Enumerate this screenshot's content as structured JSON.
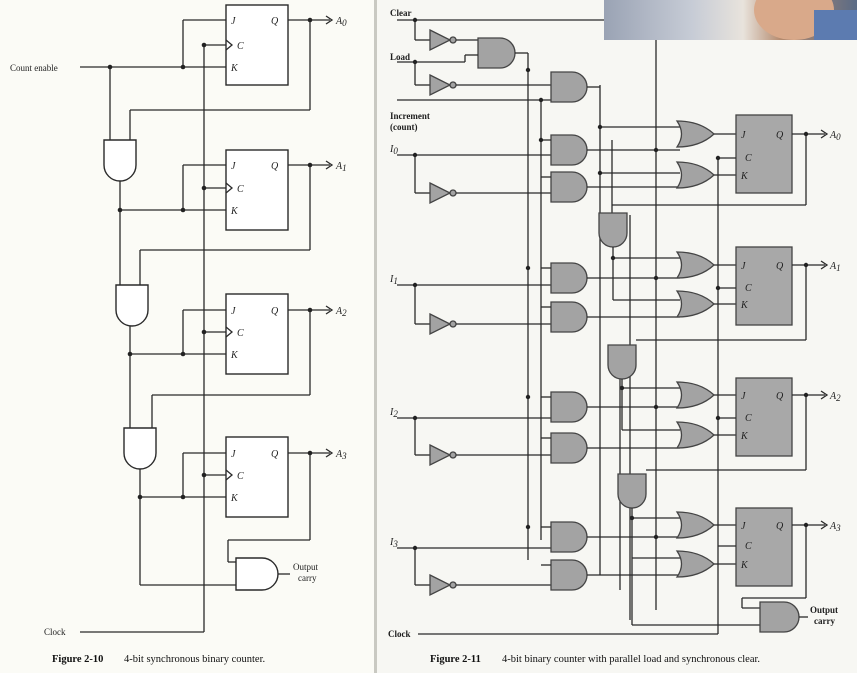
{
  "left": {
    "inputs": {
      "count_enable": "Count enable",
      "clock": "Clock"
    },
    "ff_pins": {
      "j": "J",
      "k": "K",
      "c": "C",
      "q": "Q"
    },
    "outputs": [
      "A",
      "A",
      "A",
      "A"
    ],
    "output_subs": [
      "0",
      "1",
      "2",
      "3"
    ],
    "output_carry": [
      "Output",
      "carry"
    ],
    "caption_number": "Figure 2-10",
    "caption_text": "4-bit synchronous binary counter."
  },
  "right": {
    "inputs": {
      "clear": "Clear",
      "load": "Load",
      "increment": [
        "Increment",
        "(count)"
      ],
      "clock": "Clock"
    },
    "data_inputs": [
      "I",
      "I",
      "I",
      "I"
    ],
    "data_subs": [
      "0",
      "1",
      "2",
      "3"
    ],
    "ff_pins": {
      "j": "J",
      "k": "K",
      "c": "C",
      "q": "Q"
    },
    "outputs": [
      "A",
      "A",
      "A",
      "A"
    ],
    "output_subs": [
      "0",
      "1",
      "2",
      "3"
    ],
    "output_carry": [
      "Output",
      "carry"
    ],
    "caption_number": "Figure 2-11",
    "caption_text": "4-bit binary counter with parallel load and synchronous clear."
  }
}
